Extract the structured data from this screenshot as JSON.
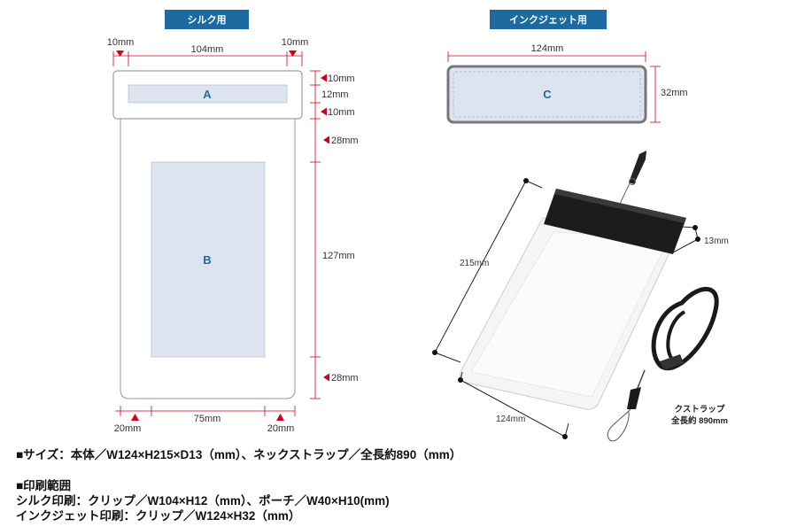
{
  "badges": {
    "silk": "シルク用",
    "inkjet": "インクジェット用"
  },
  "silk": {
    "zone_a": "A",
    "zone_b": "B",
    "top_left": "10mm",
    "top_center": "104mm",
    "top_right": "10mm",
    "right_1": "10mm",
    "right_2": "12mm",
    "right_3": "10mm",
    "right_4": "28mm",
    "right_5": "127mm",
    "right_6": "28mm",
    "bottom_left": "20mm",
    "bottom_center": "75mm",
    "bottom_right": "20mm"
  },
  "inkjet": {
    "zone_c": "C",
    "width": "124mm",
    "height": "32mm"
  },
  "product": {
    "height": "215mm",
    "width": "124mm",
    "clip_depth": "13mm",
    "strap_note_1": "クストラップ",
    "strap_note_2": "全長約 890mm"
  },
  "info": {
    "size_line": "■サイズ：本体／W124×H215×D13（mm）、ネックストラップ／全長約890（mm）",
    "print_heading": "■印刷範囲",
    "silk_line": "シルク印刷：クリップ／W104×H12（mm）、ポーチ／W40×H10(mm)",
    "inkjet_line": "インクジェット印刷：クリップ／W124×H32（mm）"
  },
  "colors": {
    "accent": "#1d6aa0",
    "print_area": "#dde4ef",
    "dimension_red": "#d0021b"
  }
}
